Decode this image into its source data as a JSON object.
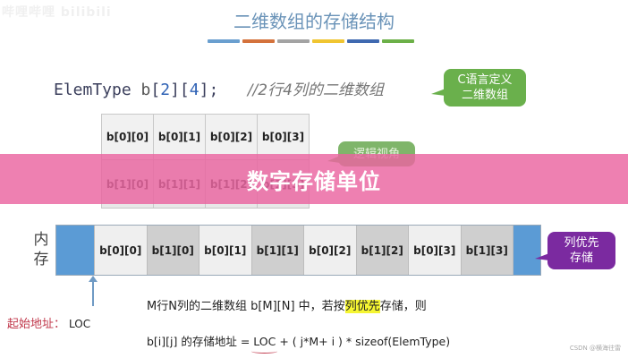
{
  "watermark": "哔哩哔哩 bilibili",
  "title": "二维数组的存储结构",
  "color_bars": [
    "#6a9fcf",
    "#d4723c",
    "#a3a3a3",
    "#f0c531",
    "#3f69b0",
    "#6cb048"
  ],
  "code": {
    "type": "ElemType",
    "var": "b",
    "dim1": "2",
    "dim2": "4",
    "comment": "//2行4列的二维数组"
  },
  "bubbles": {
    "c_def": [
      "C语言定义",
      "二维数组"
    ],
    "logic": "逻辑视角",
    "col_major": [
      "列优先",
      "存储"
    ]
  },
  "logic_table": {
    "rows": [
      [
        "b[0][0]",
        "b[0][1]",
        "b[0][2]",
        "b[0][3]"
      ],
      [
        "b[1][0]",
        "b[1][1]",
        "b[1][2]",
        "b[1][3]"
      ]
    ]
  },
  "banner": "数字存储单位",
  "memory": {
    "label": "内存",
    "cells": [
      {
        "text": "",
        "kind": "blue"
      },
      {
        "text": "b[0][0]",
        "kind": "light"
      },
      {
        "text": "b[1][0]",
        "kind": "dark"
      },
      {
        "text": "b[0][1]",
        "kind": "light"
      },
      {
        "text": "b[1][1]",
        "kind": "dark"
      },
      {
        "text": "b[0][2]",
        "kind": "light"
      },
      {
        "text": "b[1][2]",
        "kind": "dark"
      },
      {
        "text": "b[0][3]",
        "kind": "light"
      },
      {
        "text": "b[1][3]",
        "kind": "dark"
      },
      {
        "text": "",
        "kind": "blue end"
      }
    ]
  },
  "start_address": {
    "label": "起始地址：",
    "value": "LOC"
  },
  "description": {
    "before": "M行N列的二维数组 b[M][N] 中，若按",
    "highlight": "列优先",
    "after": "存储，则"
  },
  "formula": {
    "prefix": "b[i][j] 的存储地址 = ",
    "loc": "LOC",
    "rest": " + ( j*M+ i ) * sizeof(ElemType)"
  },
  "credit": "CSDN @横海往雷"
}
